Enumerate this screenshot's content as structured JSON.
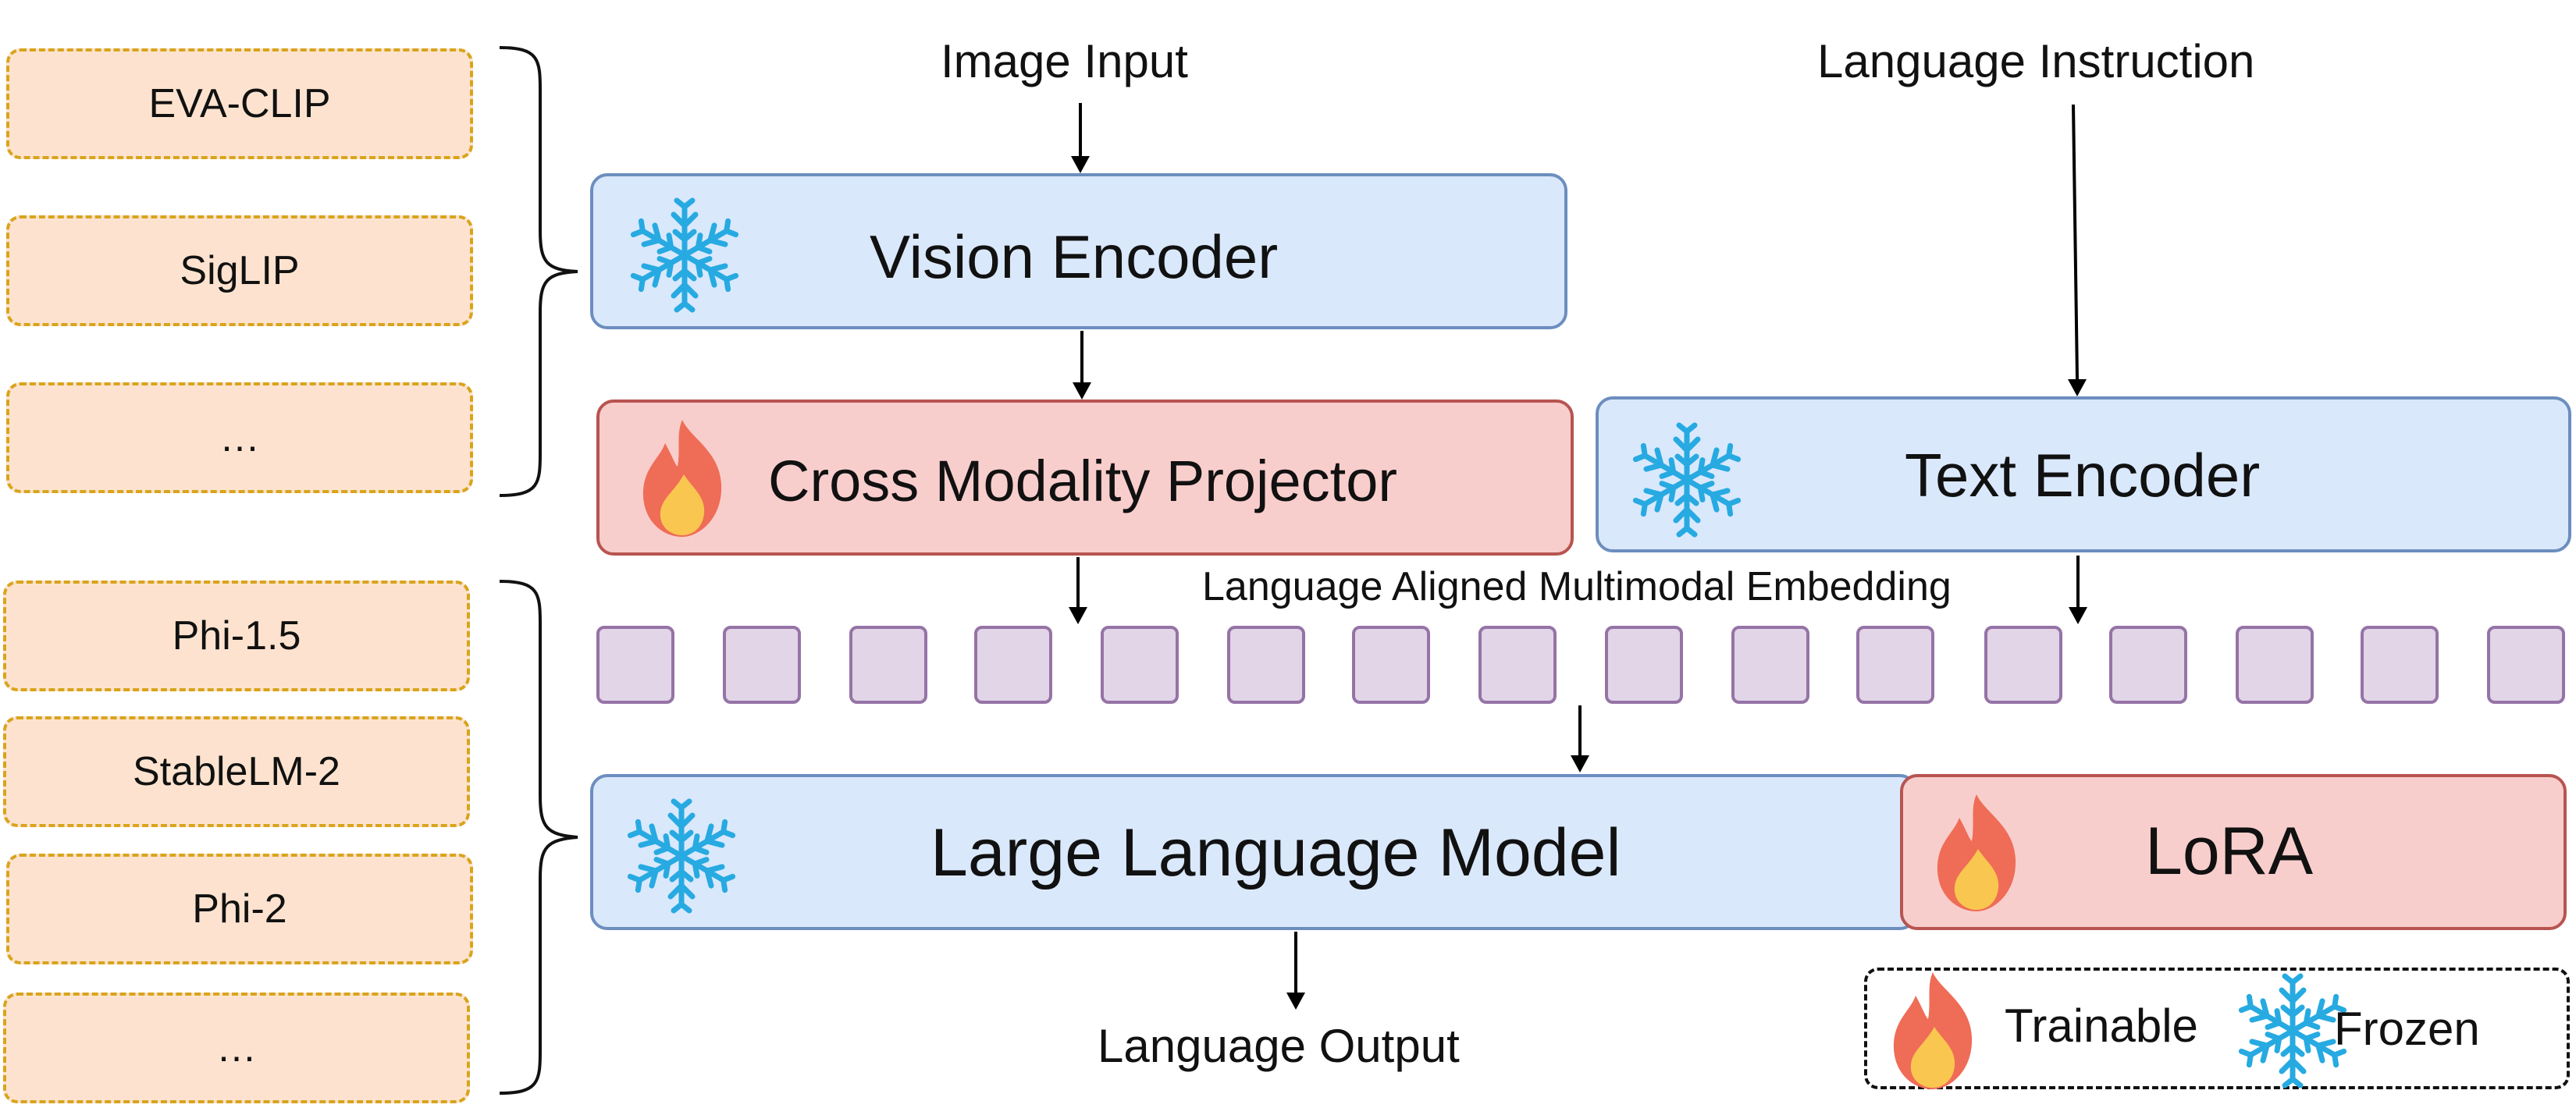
{
  "vision_encoder_options": [
    "EVA-CLIP",
    "SigLIP",
    "…"
  ],
  "llm_options": [
    "Phi-1.5",
    "StableLM-2",
    "Phi-2",
    "…"
  ],
  "inputs": {
    "image": "Image Input",
    "language": "Language Instruction"
  },
  "blocks": {
    "vision_encoder": "Vision Encoder",
    "cross_modality_projector": "Cross Modality Projector",
    "text_encoder": "Text Encoder",
    "embedding_label": "Language Aligned Multimodal Embedding",
    "large_language_model": "Large Language Model",
    "lora": "LoRA"
  },
  "output": "Language Output",
  "legend": {
    "trainable": "Trainable",
    "frozen": "Frozen"
  },
  "token_count": 16,
  "colors": {
    "frozen_fill": "#dae8fc",
    "frozen_stroke": "#6c8ebf",
    "trainable_fill": "#f8cecc",
    "trainable_stroke": "#b85450",
    "option_fill": "#fde3cf",
    "option_stroke": "#d9a41c",
    "token_fill": "#e1d5e7",
    "token_stroke": "#9673a6",
    "snowflake": "#27aae1",
    "flame_outer": "#ef6c57",
    "flame_inner": "#f9c74f"
  }
}
